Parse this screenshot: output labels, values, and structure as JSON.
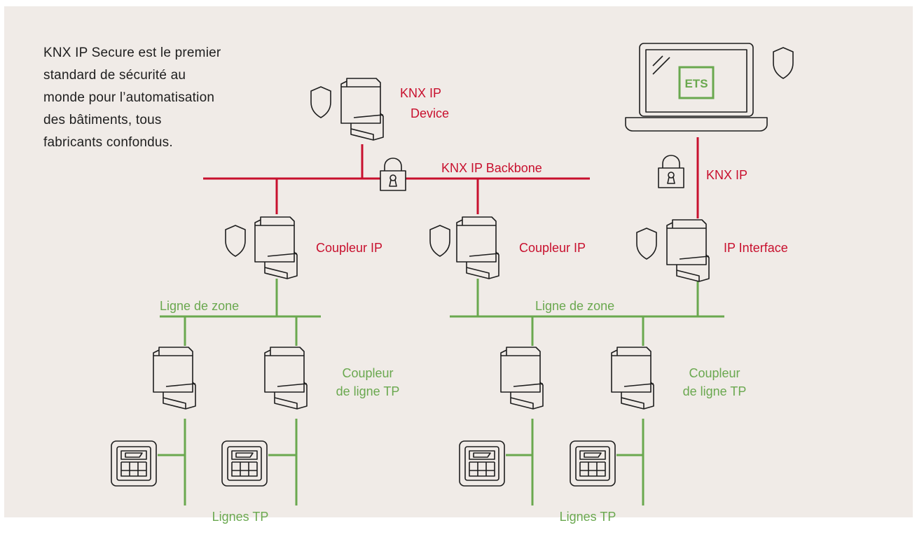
{
  "intro": {
    "lines": [
      "KNX IP Secure est le premier",
      "standard de sécurité au",
      "monde pour l’automatisation",
      "des bâtiments, tous",
      "fabricants confondus."
    ]
  },
  "colors": {
    "ip": "#c8102e",
    "tp": "#6aa84f",
    "device": "#1e1e1e",
    "panel": "#f0ebe7"
  },
  "labels": {
    "knx_ip_device_1": "KNX IP",
    "knx_ip_device_2": "Device",
    "knx_ip_backbone": "KNX IP Backbone",
    "knx_ip": "KNX IP",
    "ets": "ETS",
    "coupleur_ip": "Coupleur IP",
    "ip_interface": "IP Interface",
    "ligne_de_zone": "Ligne de zone",
    "coupleur_ligne_1": "Coupleur",
    "coupleur_ligne_2": "de ligne TP",
    "lignes_tp": "Lignes TP"
  }
}
